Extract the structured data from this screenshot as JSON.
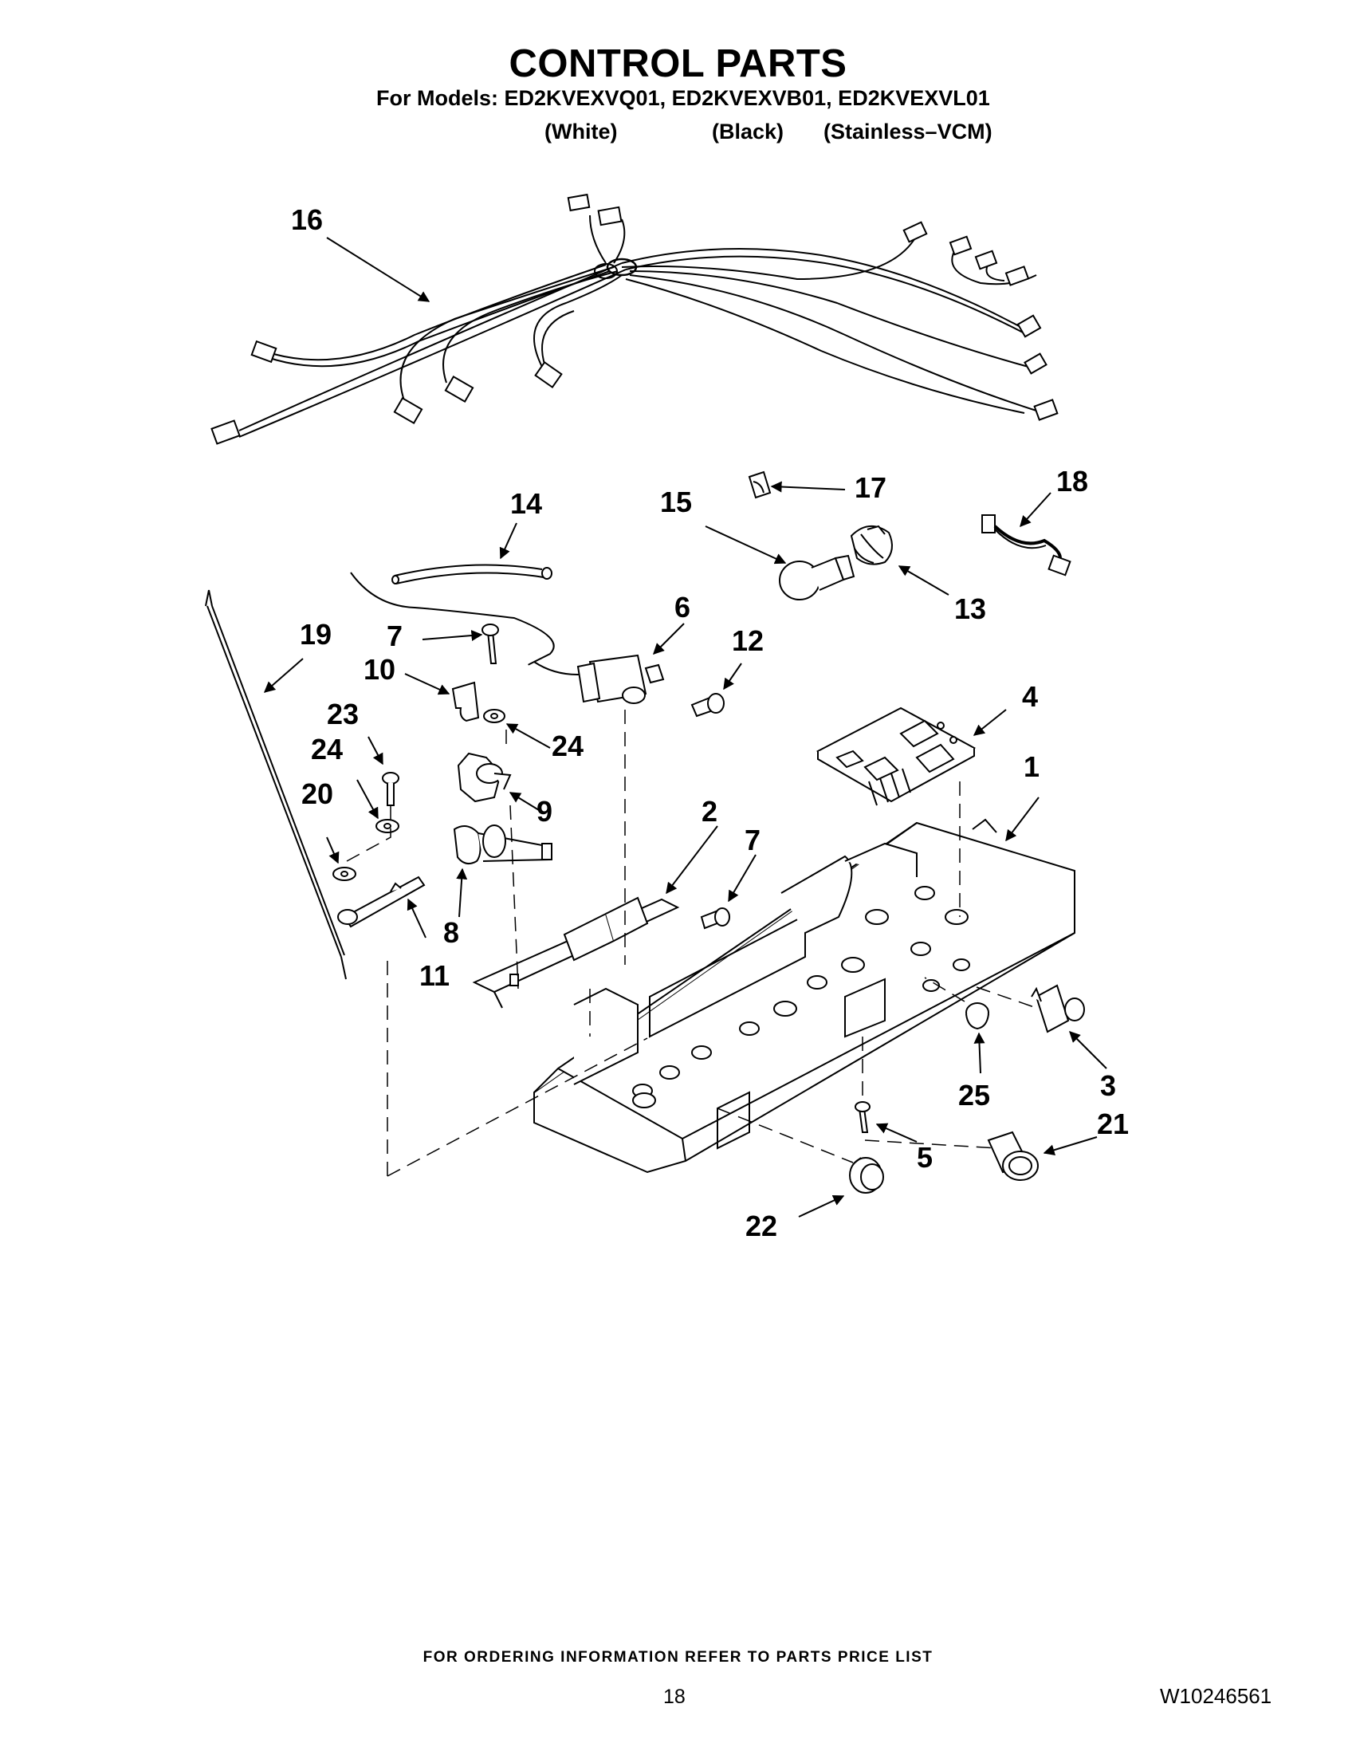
{
  "header": {
    "title": "CONTROL PARTS",
    "models": "For Models: ED2KVEXVQ01, ED2KVEXVB01, ED2KVEXVL01",
    "colors": [
      "(White)",
      "(Black)",
      "(Stainless–VCM)"
    ]
  },
  "callouts": {
    "c1": "1",
    "c2": "2",
    "c3": "3",
    "c4": "4",
    "c5": "5",
    "c6": "6",
    "c7a": "7",
    "c7b": "7",
    "c8": "8",
    "c9": "9",
    "c10": "10",
    "c11": "11",
    "c12": "12",
    "c13": "13",
    "c14": "14",
    "c15": "15",
    "c16": "16",
    "c17": "17",
    "c18": "18",
    "c19": "19",
    "c20": "20",
    "c21": "21",
    "c22": "22",
    "c23": "23",
    "c24a": "24",
    "c24b": "24",
    "c25": "25"
  },
  "footer": {
    "ordering_note": "FOR ORDERING INFORMATION REFER TO PARTS PRICE LIST",
    "page_number": "18",
    "document_number": "W10246561"
  }
}
